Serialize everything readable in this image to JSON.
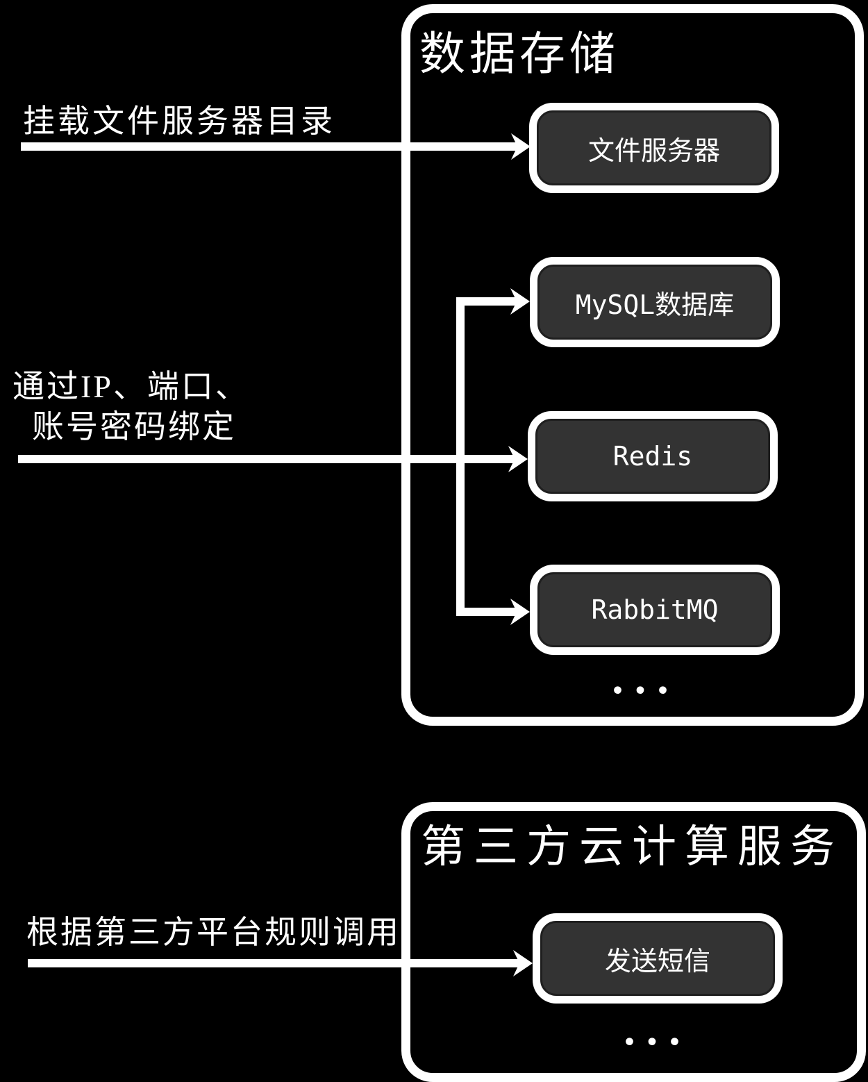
{
  "diagram": {
    "groups": [
      {
        "title": "数据存储",
        "nodes": [
          "文件服务器",
          "MySQL数据库",
          "Redis",
          "RabbitMQ"
        ],
        "ellipsis": "..."
      },
      {
        "title": "第三方云计算服务",
        "nodes": [
          "发送短信"
        ],
        "ellipsis": "..."
      }
    ],
    "edge_labels": [
      {
        "text": "挂载文件服务器目录"
      },
      {
        "line1": "通过IP、端口、",
        "line2": "账号密码绑定"
      },
      {
        "text": "根据第三方平台规则调用"
      }
    ],
    "colors": {
      "background": "#000000",
      "stroke": "#ffffff",
      "node_fill": "#333333",
      "text": "#ffffff"
    }
  }
}
